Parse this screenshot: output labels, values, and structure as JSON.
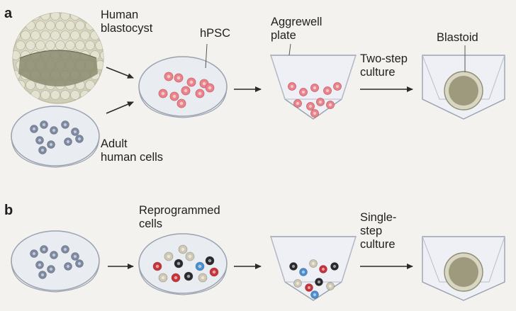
{
  "panels": {
    "a": "a",
    "b": "b"
  },
  "row_a": {
    "human_blastocyst": "Human\nblastocyst",
    "adult_human_cells": "Adult\nhuman cells",
    "hpsc": "hPSC",
    "aggrewell_plate": "Aggrewell\nplate",
    "two_step_culture": "Two-step\nculture",
    "blastoid": "Blastoid"
  },
  "row_b": {
    "reprogrammed_cells": "Reprogrammed\ncells",
    "single_step_culture": "Single-\nstep\nculture"
  },
  "colors": {
    "dish_fill": "#e9ecf1",
    "dish_rim": "#9aa2b0",
    "hpsc_cell": "#e8848c",
    "adult_cell": "#7e8aa3",
    "reprog_red": "#c8323a",
    "reprog_black": "#2a2a2e",
    "reprog_blue": "#4a8fd0",
    "reprog_beige": "#cfc9b4",
    "blastoid_inner": "#9e9a7e",
    "blastocyst_fill": "#d8d7c2",
    "blastocyst_icm": "#7f8066"
  }
}
